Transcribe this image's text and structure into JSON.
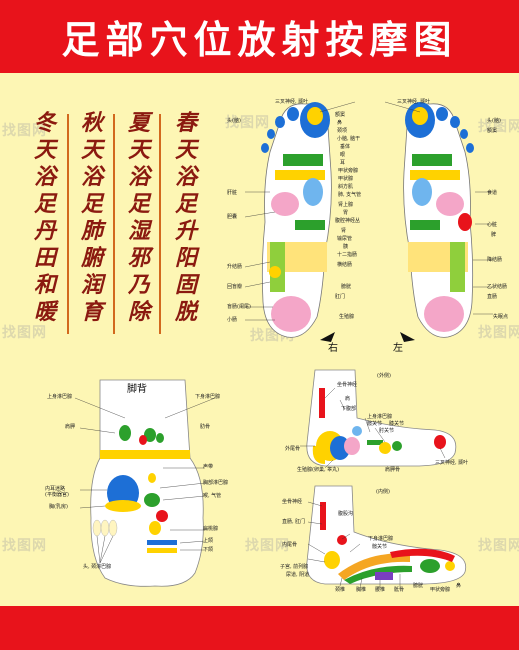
{
  "title": "足部穴位放射按摩图",
  "poems": [
    {
      "text": "春天浴足升阳固脱"
    },
    {
      "text": "夏天浴足湿邪乃除"
    },
    {
      "text": "秋天浴足肺腑润育"
    },
    {
      "text": "冬天浴足丹田和暖"
    }
  ],
  "soles": {
    "right_label": "右",
    "left_label": "左",
    "labels_left": [
      {
        "text": "三叉神经, 颞叶"
      },
      {
        "text": "头(脑)"
      },
      {
        "text": "额窦"
      },
      {
        "text": "鼻"
      },
      {
        "text": "颈项"
      },
      {
        "text": "小脑, 脑干"
      },
      {
        "text": "垂体"
      },
      {
        "text": "眼"
      },
      {
        "text": "耳"
      },
      {
        "text": "甲状旁腺"
      },
      {
        "text": "甲状腺"
      },
      {
        "text": "斜方肌"
      },
      {
        "text": "肺, 支气管"
      },
      {
        "text": "肾上腺"
      },
      {
        "text": "胃"
      },
      {
        "text": "腹腔神经丛"
      },
      {
        "text": "肝脏"
      },
      {
        "text": "胆囊"
      },
      {
        "text": "肾"
      },
      {
        "text": "输尿管"
      },
      {
        "text": "胰"
      },
      {
        "text": "十二指肠"
      },
      {
        "text": "横结肠"
      },
      {
        "text": "升结肠"
      },
      {
        "text": "膀胱"
      },
      {
        "text": "回盲瓣"
      },
      {
        "text": "盲肠(阑尾)"
      },
      {
        "text": "小肠"
      },
      {
        "text": "肛门"
      },
      {
        "text": "生殖腺"
      },
      {
        "text": "失眠点"
      }
    ],
    "labels_right": [
      {
        "text": "三叉神经, 颞叶"
      },
      {
        "text": "头(脑)"
      },
      {
        "text": "额窦"
      },
      {
        "text": "食道"
      },
      {
        "text": "心脏"
      },
      {
        "text": "脾"
      },
      {
        "text": "降结肠"
      },
      {
        "text": "乙状结肠"
      },
      {
        "text": "直肠"
      }
    ]
  },
  "dorsum": {
    "title": "脚背",
    "labels": [
      {
        "text": "上身淋巴腺"
      },
      {
        "text": "下身淋巴腺"
      },
      {
        "text": "肩胛"
      },
      {
        "text": "肋骨"
      },
      {
        "text": "声带"
      },
      {
        "text": "胸部淋巴腺"
      },
      {
        "text": "喉, 气管"
      },
      {
        "text": "内耳迷路"
      },
      {
        "text": "(平衡器官)"
      },
      {
        "text": "胸(乳房)"
      },
      {
        "text": "扁桃腺"
      },
      {
        "text": "上颌"
      },
      {
        "text": "下颌"
      },
      {
        "text": "头, 颈淋巴腺"
      }
    ]
  },
  "outer_foot": {
    "side_label": "(外侧)",
    "labels": [
      {
        "text": "坐骨神经"
      },
      {
        "text": "肩"
      },
      {
        "text": "下腹部"
      },
      {
        "text": "上身淋巴腺"
      },
      {
        "text": "髋关节"
      },
      {
        "text": "膝关节"
      },
      {
        "text": "肘关节"
      },
      {
        "text": "外尾骨"
      },
      {
        "text": "生殖腺(卵巢, 睾丸)"
      },
      {
        "text": "肩胛骨"
      },
      {
        "text": "三叉神经, 颞叶"
      }
    ]
  },
  "inner_foot": {
    "side_label": "(内侧)",
    "labels": [
      {
        "text": "坐骨神经"
      },
      {
        "text": "腹股沟"
      },
      {
        "text": "直肠, 肛门"
      },
      {
        "text": "下身淋巴腺"
      },
      {
        "text": "内尾骨"
      },
      {
        "text": "髋关节"
      },
      {
        "text": "子宫, 前列腺"
      },
      {
        "text": "尿道, 阴道"
      },
      {
        "text": "颈椎"
      },
      {
        "text": "胸椎"
      },
      {
        "text": "腰椎"
      },
      {
        "text": "骶骨"
      },
      {
        "text": "膀胱"
      },
      {
        "text": "甲状旁腺"
      },
      {
        "text": "鼻"
      }
    ]
  },
  "watermark": "找图网",
  "colors": {
    "banner": "#e8131b",
    "background": "#fdf6b4",
    "poem": "#8b1a10"
  }
}
